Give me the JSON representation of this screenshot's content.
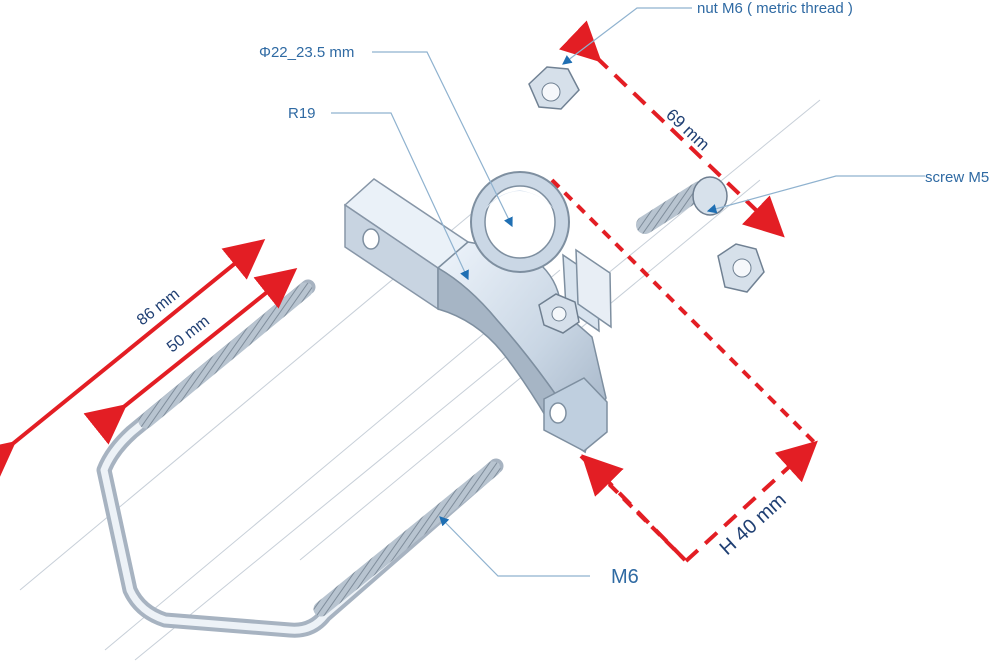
{
  "labels": {
    "nut": "nut M6 ( metric thread )",
    "diameter": "Φ22_23.5 mm",
    "radius": "R19",
    "screw": "screw M5",
    "thread": "M6"
  },
  "dimensions": {
    "length_86": "86 mm",
    "length_50": "50 mm",
    "length_69": "69 mm",
    "height_40": "H 40 mm"
  },
  "colors": {
    "dimension_arrow": "#e31e24",
    "callout_line": "#8fb2cf",
    "callout_text": "#2f6aa3",
    "metal_light": "#dde6f1",
    "metal_mid": "#b9c8d8",
    "metal_dark": "#8f9fb1"
  }
}
